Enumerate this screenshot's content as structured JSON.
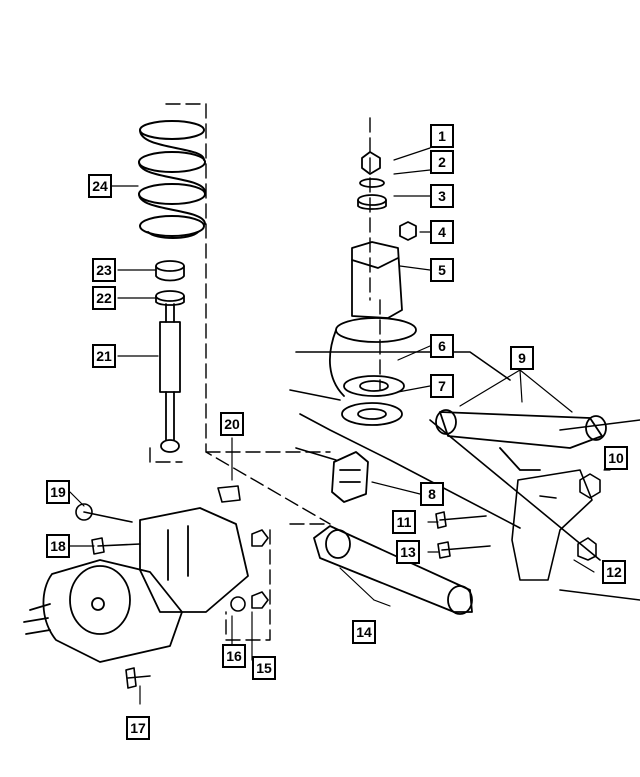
{
  "diagram": {
    "callouts": [
      {
        "id": "c1",
        "label": "1"
      },
      {
        "id": "c2",
        "label": "2"
      },
      {
        "id": "c3",
        "label": "3"
      },
      {
        "id": "c4",
        "label": "4"
      },
      {
        "id": "c5",
        "label": "5"
      },
      {
        "id": "c6",
        "label": "6"
      },
      {
        "id": "c7",
        "label": "7"
      },
      {
        "id": "c8",
        "label": "8"
      },
      {
        "id": "c9",
        "label": "9"
      },
      {
        "id": "c10",
        "label": "10"
      },
      {
        "id": "c11",
        "label": "11"
      },
      {
        "id": "c12",
        "label": "12"
      },
      {
        "id": "c13",
        "label": "13"
      },
      {
        "id": "c14",
        "label": "14"
      },
      {
        "id": "c15",
        "label": "15"
      },
      {
        "id": "c16",
        "label": "16"
      },
      {
        "id": "c17",
        "label": "17"
      },
      {
        "id": "c18",
        "label": "18"
      },
      {
        "id": "c19",
        "label": "19"
      },
      {
        "id": "c20",
        "label": "20"
      },
      {
        "id": "c21",
        "label": "21"
      },
      {
        "id": "c22",
        "label": "22"
      },
      {
        "id": "c23",
        "label": "23"
      },
      {
        "id": "c24",
        "label": "24"
      }
    ],
    "colors": {
      "ink": "#000000",
      "paper": "#ffffff"
    }
  }
}
